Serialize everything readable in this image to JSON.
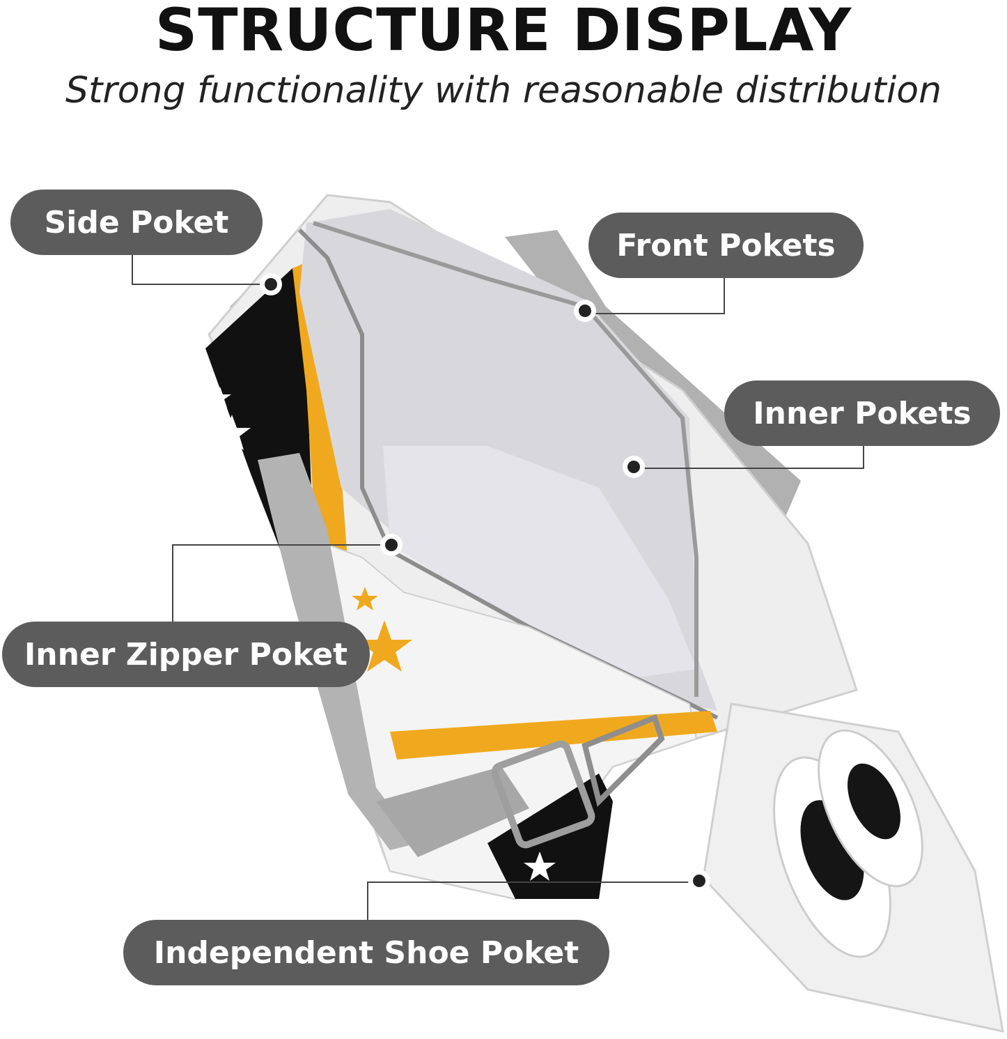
{
  "header": {
    "title": "STRUCTURE DISPLAY",
    "subtitle": "Strong functionality with reasonable distribution"
  },
  "callouts": {
    "side_pocket": "Side Poket",
    "front_pockets": "Front Pokets",
    "inner_pockets": "Inner Pokets",
    "inner_zipper_pocket": "Inner Zipper Poket",
    "shoe_pocket": "Independent Shoe Poket"
  },
  "colors": {
    "callout_bg": "#5c5c5c",
    "accent_yellow": "#f0a91e",
    "bag_black": "#111111",
    "strap_gray": "#a9a9a9"
  }
}
